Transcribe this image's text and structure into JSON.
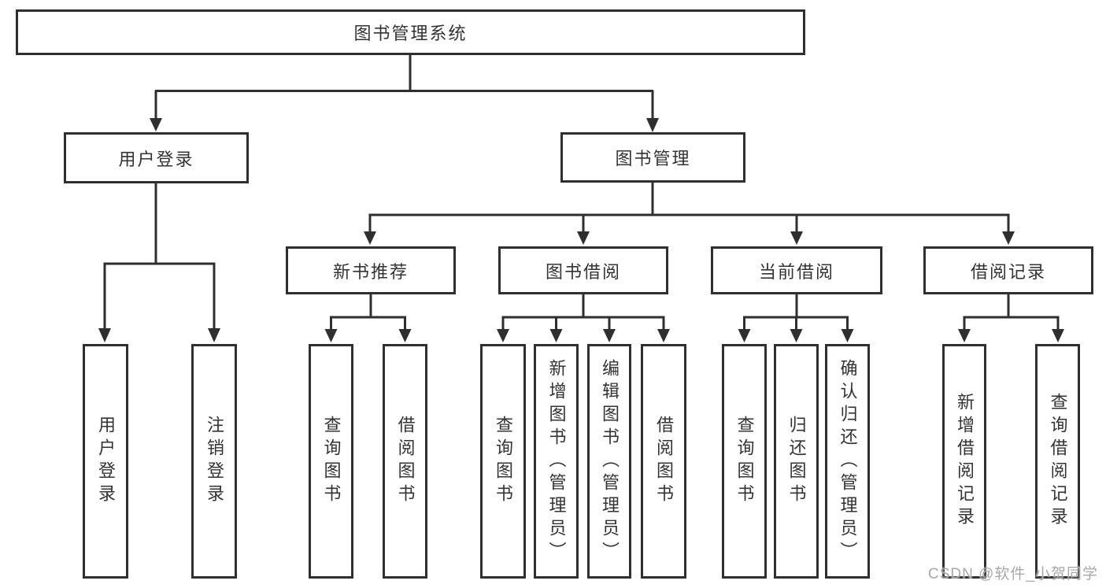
{
  "diagram": {
    "title": "图书管理系统",
    "level2": {
      "login": "用户登录",
      "manage": "图书管理"
    },
    "level3": {
      "recommend": "新书推荐",
      "borrow": "图书借阅",
      "current": "当前借阅",
      "records": "借阅记录"
    },
    "leaves": {
      "login": [
        "用户登录",
        "注销登录"
      ],
      "recommend": [
        "查询图书",
        "借阅图书"
      ],
      "borrow": [
        "查询图书",
        "新增图书（管理员）",
        "编辑图书（管理员）",
        "借阅图书"
      ],
      "current": [
        "查询图书",
        "归还图书",
        "确认归还（管理员）"
      ],
      "records": [
        "新增借阅记录",
        "查询借阅记录"
      ]
    },
    "watermark": "CSDN @软件_小贺同学",
    "colors": {
      "line": "#2f2f2f",
      "border": "#2f2f2f",
      "text": "#333333",
      "watermark": "#a3a3a3",
      "background": "#ffffff"
    }
  }
}
